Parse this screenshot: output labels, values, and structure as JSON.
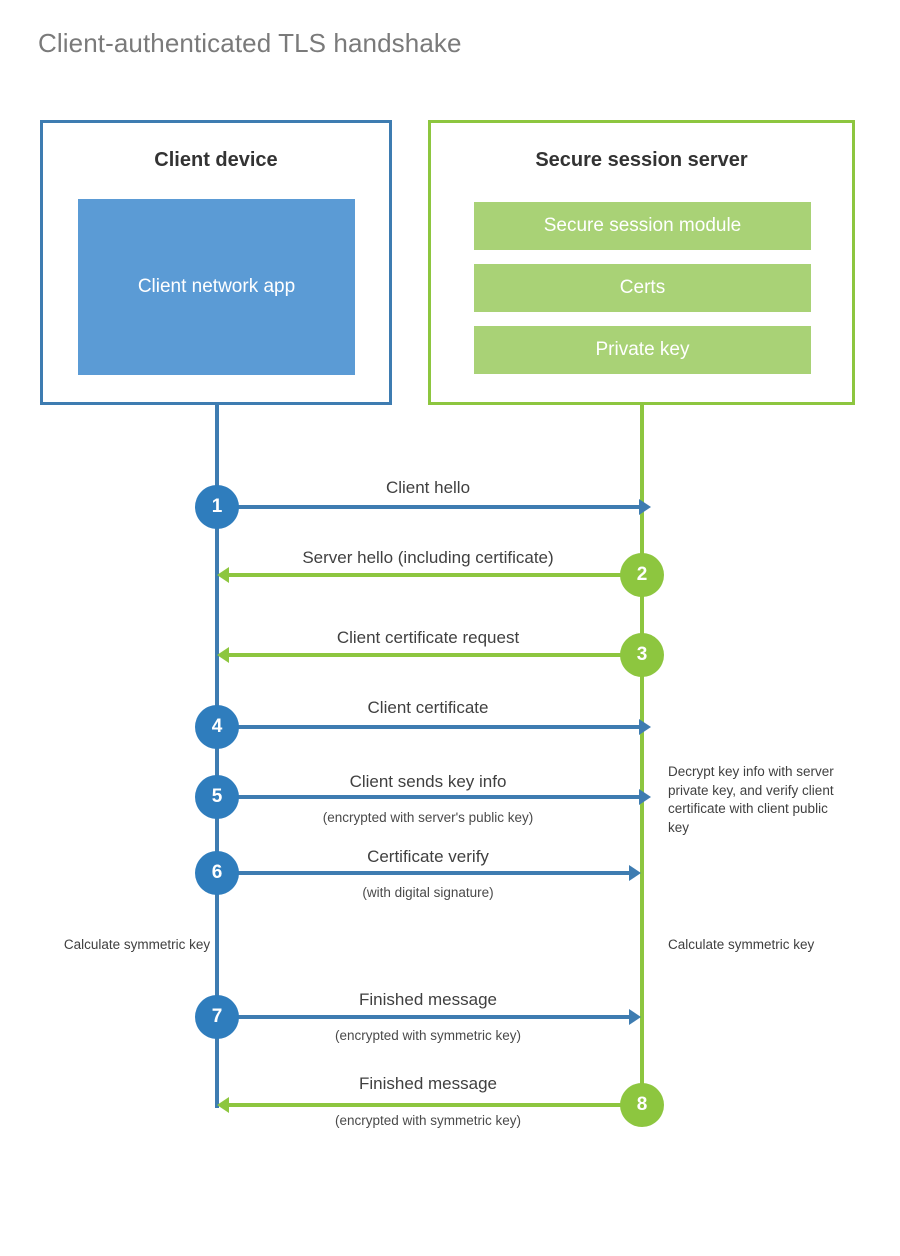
{
  "page": {
    "title": "Client-authenticated TLS handshake",
    "colors": {
      "client_blue": "#3e7cb1",
      "client_app_fill": "#5b9bd5",
      "client_circle": "#2f7dbd",
      "server_green": "#8dc63f",
      "server_bar_fill": "#a9d276",
      "title_gray": "#7a7a7a",
      "text_dark": "#333333",
      "background": "#ffffff"
    }
  },
  "entities": {
    "client": {
      "title": "Client device",
      "app_label": "Client network app"
    },
    "server": {
      "title": "Secure session server",
      "components": [
        "Secure session module",
        "Certs",
        "Private key"
      ]
    }
  },
  "steps": [
    {
      "number": "1",
      "label": "Client hello",
      "sublabel": "",
      "direction": "client-to-server",
      "color": "blue"
    },
    {
      "number": "2",
      "label": "Server hello (including certificate)",
      "sublabel": "",
      "direction": "server-to-client",
      "color": "green"
    },
    {
      "number": "3",
      "label": "Client certificate request",
      "sublabel": "",
      "direction": "server-to-client",
      "color": "green"
    },
    {
      "number": "4",
      "label": "Client certificate",
      "sublabel": "",
      "direction": "client-to-server",
      "color": "blue"
    },
    {
      "number": "5",
      "label": "Client sends key info",
      "sublabel": "(encrypted with server's public key)",
      "direction": "client-to-server",
      "color": "blue"
    },
    {
      "number": "6",
      "label": "Certificate verify",
      "sublabel": "(with digital signature)",
      "direction": "client-to-server",
      "color": "blue"
    },
    {
      "number": "7",
      "label": "Finished message",
      "sublabel": "(encrypted with symmetric key)",
      "direction": "client-to-server",
      "color": "blue"
    },
    {
      "number": "8",
      "label": "Finished message",
      "sublabel": "(encrypted with symmetric key)",
      "direction": "server-to-client",
      "color": "green"
    }
  ],
  "notes": {
    "server_decrypt": "Decrypt key info with server private key, and verify client certificate with client public key",
    "client_calculate": "Calculate symmetric key",
    "server_calculate": "Calculate symmetric key"
  }
}
